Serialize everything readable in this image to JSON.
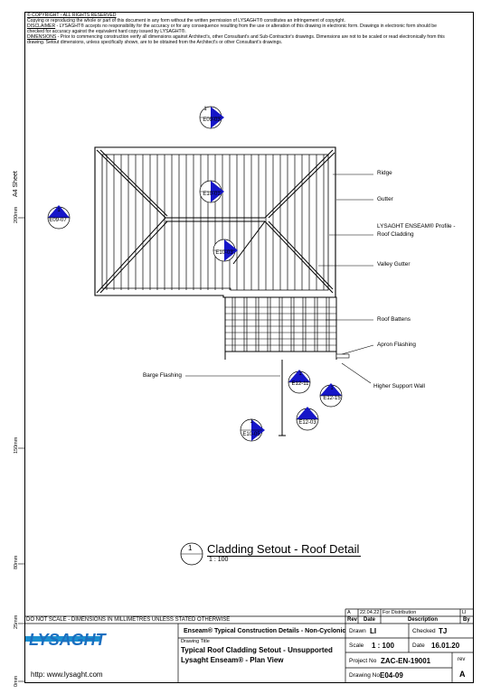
{
  "notes": {
    "line1": "© COPYRIGHT - ALL RIGHTS RESERVED",
    "line2": "Copying or reproducing the whole or part of this document in any form without the written permission of LYSAGHT® constitutes an infringement of copyright.",
    "line3_head": "DISCLAIMER",
    "line3": " - LYSAGHT® accepts no responsibility for the accuracy or for any consequence resulting from the use or alteration of this drawing in electronic form. Drawings in electronic form should be checked for accuracy against the equivalent hard copy issued by LYSAGHT®.",
    "line4_head": "DIMENSIONS",
    "line4": " - Prior to commencing construction verify all dimensions against Architect's, other Consultant's and Sub-Contractor's drawings. Dimensions are not to be scaled or read electronically from this drawing. Setout dimensions, unless specifically shown, are to be obtained from the Architect's or other Consultant's drawings."
  },
  "side": {
    "sheet": "A4 Sheet",
    "marks": [
      "200mm",
      "150mm",
      "80mm",
      "25mm",
      "0mm"
    ]
  },
  "callouts": {
    "ridge": "Ridge",
    "gutter": "Gutter",
    "profile": "LYSAGHT ENSEAM® Profile - Roof Cladding",
    "valley": "Valley Gutter",
    "battens": "Roof Battens",
    "apron": "Apron Flashing",
    "higher": "Higher Support Wall",
    "barge": "Barge Flashing"
  },
  "section_tags": [
    {
      "num": "1",
      "ref": "E09-03"
    },
    {
      "num": "1",
      "ref": "E09-07"
    },
    {
      "num": "1",
      "ref": "E10-01"
    },
    {
      "num": "1",
      "ref": "E10-03"
    },
    {
      "num": "1",
      "ref": "E12-11"
    },
    {
      "num": "1",
      "ref": "E12-15"
    },
    {
      "num": "1",
      "ref": "E12-03"
    },
    {
      "num": "1",
      "ref": "E10-05"
    }
  ],
  "drawing_title": {
    "num": "1",
    "title": "Cladding Setout - Roof Detail",
    "scale": "1 : 100"
  },
  "title_block": {
    "notice": "DO NOT SCALE - DIMENSIONS IN MILLIMETRES UNLESS STATED OTHERWISE",
    "logo": "LYSAGHT",
    "url": "http: www.lysaght.com",
    "series": "Enseam® Typical Construction Details - Non-Cyclonic",
    "drawing_title_label": "Drawing Title",
    "drawing_title_1": "Typical Roof Cladding Setout - Unsupported",
    "drawing_title_2": "Lysaght Enseam® - Plan View",
    "rev_row": {
      "rev": "A",
      "date": "22.04.22",
      "desc": "For Distribution",
      "by": "LI"
    },
    "rev_head": {
      "rev": "Rev",
      "date": "Date",
      "desc": "Description",
      "by": "By"
    },
    "drawn_label": "Drawn",
    "drawn": "LI",
    "checked_label": "Checked",
    "checked": "TJ",
    "scale_label": "Scale",
    "scale": "1 : 100",
    "date_label": "Date",
    "date": "16.01.20",
    "project_label": "Project No",
    "project": "ZAC-EN-19001",
    "drawing_label": "Drawing No",
    "drawing": "E04-09",
    "rev_label": "rev",
    "rev_value": "A"
  }
}
